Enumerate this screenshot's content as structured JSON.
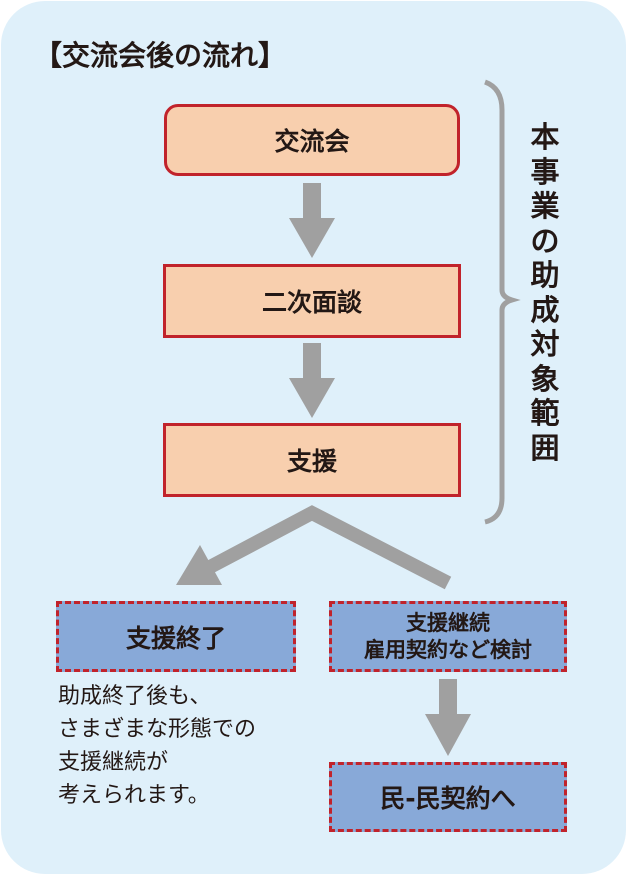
{
  "diagram": {
    "title": "【交流会後の流れ】",
    "steps": [
      {
        "label": "交流会",
        "style": "solid-rounded"
      },
      {
        "label": "二次面談",
        "style": "solid"
      },
      {
        "label": "支援",
        "style": "solid"
      }
    ],
    "branches": {
      "left": {
        "label": "支援終了",
        "note_lines": [
          "助成終了後も、",
          "さまざまな形態での",
          "支援継続が",
          "考えられます。"
        ]
      },
      "right": {
        "label_lines": [
          "支援継続",
          "雇用契約など検討"
        ],
        "next": "民-民契約へ"
      }
    },
    "bracket_label_chars": [
      "本",
      "事",
      "業",
      "の",
      "助",
      "成",
      "対",
      "象",
      "範",
      "囲"
    ],
    "bracket_label": "本事業の助成対象範囲",
    "colors": {
      "background": "#dff0fa",
      "step_fill": "#f8cfae",
      "step_border": "#c1232b",
      "branch_fill": "#88a9d8",
      "arrow": "#a0a0a0",
      "text": "#231815"
    }
  }
}
